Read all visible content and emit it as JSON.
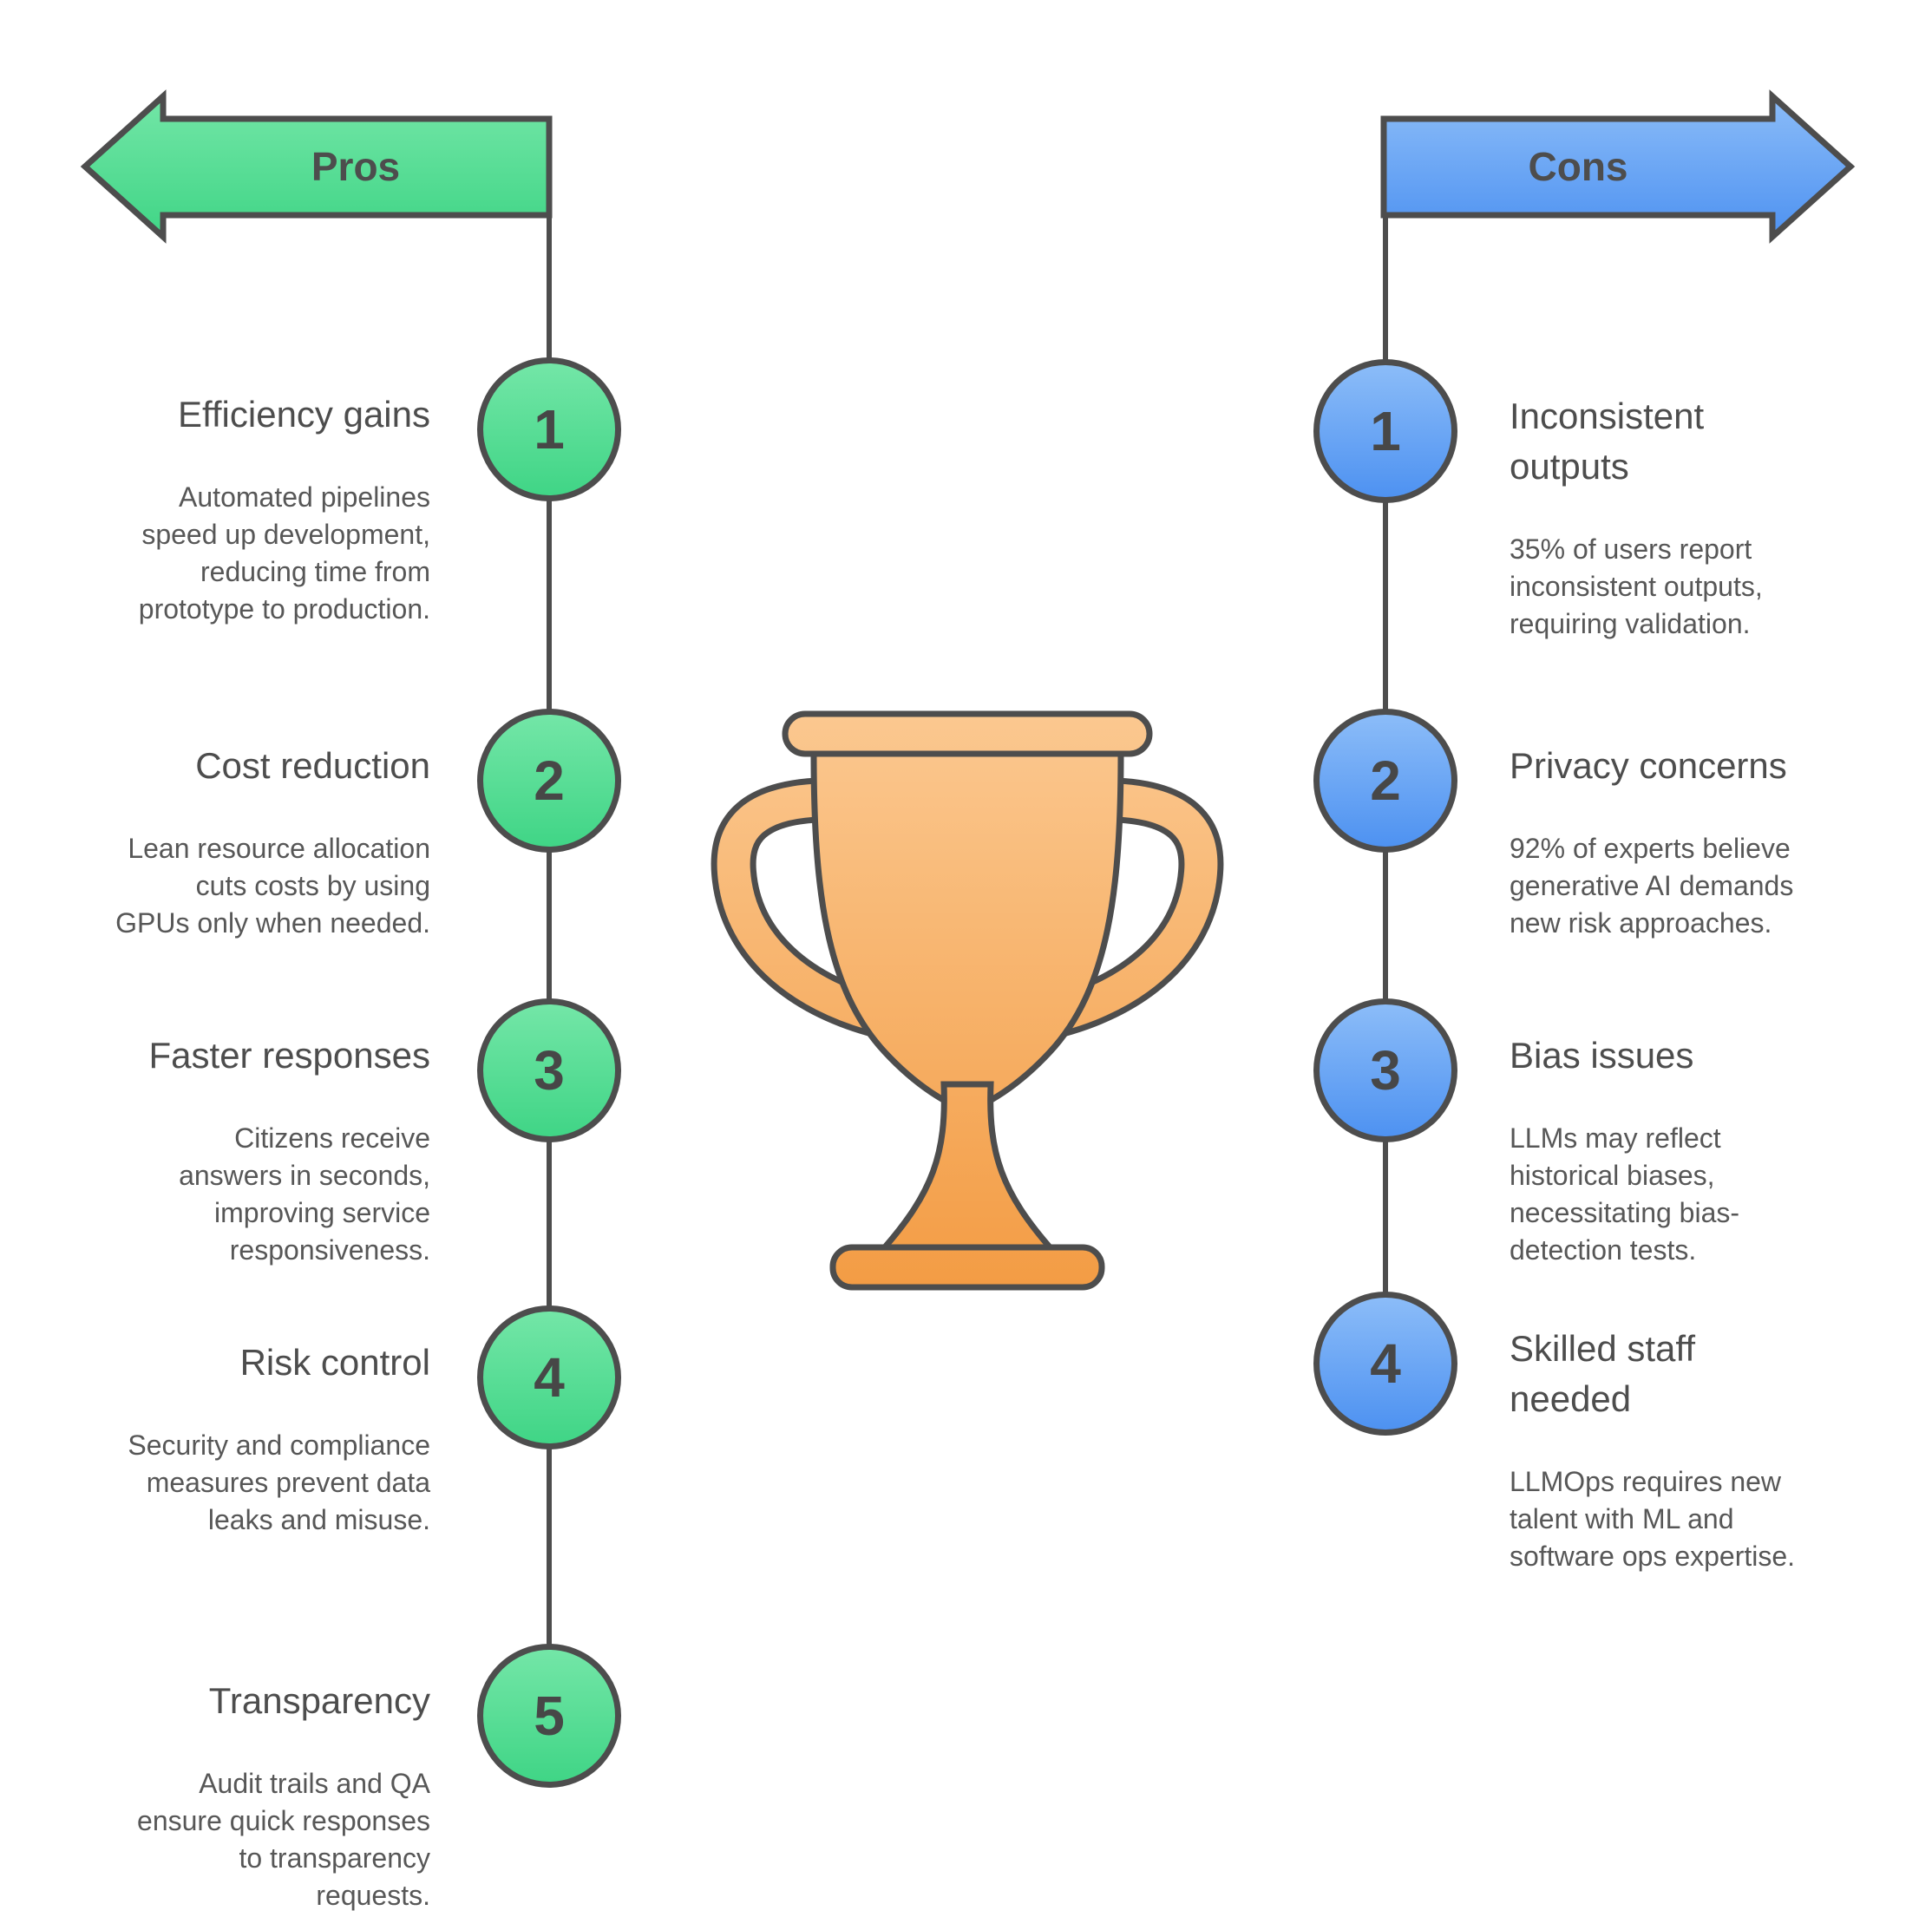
{
  "pros": {
    "label": "Pros",
    "items": [
      {
        "number": "1",
        "title": "Efficiency gains",
        "description": "Automated pipelines\nspeed up development,\nreducing time from\nprototype to production."
      },
      {
        "number": "2",
        "title": "Cost reduction",
        "description": "Lean resource allocation\ncuts costs by using\nGPUs only when needed."
      },
      {
        "number": "3",
        "title": "Faster responses",
        "description": "Citizens receive\nanswers in seconds,\nimproving service\nresponsiveness."
      },
      {
        "number": "4",
        "title": "Risk control",
        "description": "Security and compliance\nmeasures prevent data\nleaks and misuse."
      },
      {
        "number": "5",
        "title": "Transparency",
        "description": "Audit trails and QA\nensure quick responses\nto transparency\nrequests."
      }
    ]
  },
  "cons": {
    "label": "Cons",
    "items": [
      {
        "number": "1",
        "title": "Inconsistent\noutputs",
        "description": "35% of users report\ninconsistent outputs,\nrequiring validation."
      },
      {
        "number": "2",
        "title": "Privacy concerns",
        "description": "92% of experts believe\ngenerative AI demands\nnew risk approaches."
      },
      {
        "number": "3",
        "title": "Bias issues",
        "description": "LLMs may reflect\nhistorical biases,\nnecessitating bias-\ndetection tests."
      },
      {
        "number": "4",
        "title": "Skilled staff\nneeded",
        "description": "LLMOps requires new\ntalent with ML and\nsoftware ops expertise."
      }
    ]
  },
  "center_icon": "trophy-icon",
  "colors": {
    "pros_green": "#40d586",
    "pros_green_light": "#73e6a7",
    "cons_blue": "#4e92f1",
    "cons_blue_light": "#8bbcf8",
    "trophy_orange": "#f39c44",
    "trophy_orange_light": "#fbc890",
    "outline_gray": "#4d4d4d"
  }
}
